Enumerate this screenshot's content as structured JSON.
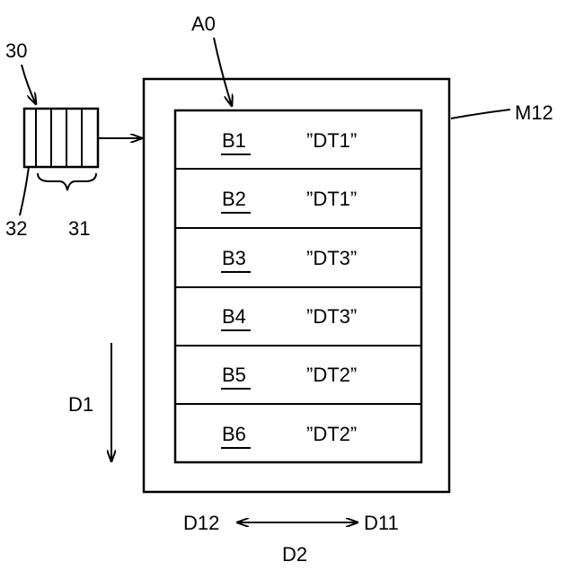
{
  "labels": {
    "ref_30": "30",
    "ref_32": "32",
    "ref_31": "31",
    "ref_A0": "A0",
    "ref_M12": "M12",
    "dir_D1": "D1",
    "dir_D12": "D12",
    "dir_D11": "D11",
    "dir_D2": "D2"
  },
  "blocks": [
    {
      "id": "B1",
      "value": "”DT1”"
    },
    {
      "id": "B2",
      "value": "”DT1”"
    },
    {
      "id": "B3",
      "value": "”DT3”"
    },
    {
      "id": "B4",
      "value": "”DT3”"
    },
    {
      "id": "B5",
      "value": "”DT2”"
    },
    {
      "id": "B6",
      "value": "”DT2”"
    }
  ],
  "colors": {
    "stroke": "#000000",
    "background": "#ffffff"
  }
}
